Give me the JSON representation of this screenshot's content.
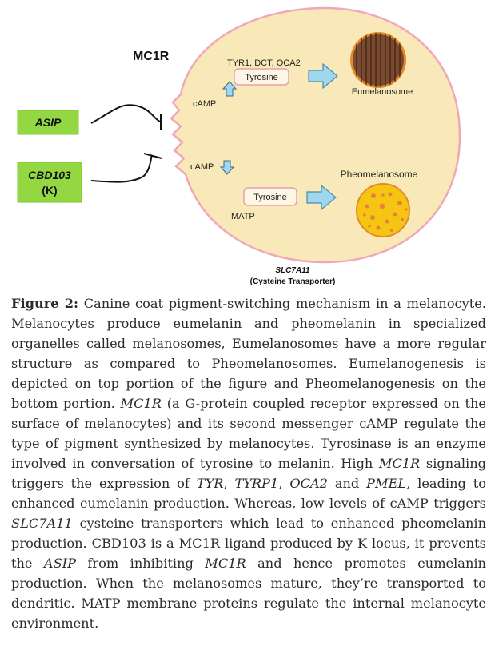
{
  "diagram": {
    "receptor_label": "MC1R",
    "asip_label": "ASIP",
    "cbd_label_line1": "CBD103",
    "cbd_label_line2": "(K)",
    "camp_up_label": "cAMP",
    "camp_down_label": "cAMP",
    "enzymes_label": "TYR1, DCT, OCA2",
    "tyrosine_top_label": "Tyrosine",
    "tyrosine_bottom_label": "Tyrosine",
    "eumelanosome_label": "Eumelanosome",
    "pheomelanosome_label": "Pheomelanosome",
    "matp_label": "MATP",
    "slc_label_line1": "SLC7A11",
    "slc_label_line2": "(Cysteine Transporter)",
    "colors": {
      "cell_fill": "#f9e9b8",
      "cell_stroke": "#f0a8b8",
      "green_box": "#93d843",
      "arrow_blue": "#9fd8ee",
      "eumelanosome_fill": "#7a4a30",
      "pheomelanosome_fill": "#f6c514",
      "pheo_dot": "#e5823a"
    }
  },
  "caption": {
    "label": "Figure 2:",
    "p1": " Canine coat pigment-switching mechanism in a melanocyte. Melanocytes produce eumelanin and pheomelanin in specialized organelles called melanosomes, Eumelanosomes have a more regular structure as compared to Pheomelanosomes. Eumelanogenesis is depicted on top portion of the figure and Pheomelanogenesis on the bottom portion. ",
    "mc1r_a": "MC1R",
    "p2": " (a G-protein coupled receptor expressed on the surface of melanocytes) and its second messenger cAMP regulate the type of pigment synthesized by melanocytes. Tyrosinase is an enzyme involved in conversation of tyrosine to melanin. High ",
    "mc1r_b": "MC1R",
    "p3": " signaling triggers the expression of ",
    "tyr": "TYR",
    "sep1": ", ",
    "tyrp1": "TYRP1",
    "sep2": ", ",
    "oca2": "OCA2",
    "sep3": " and ",
    "pmel": "PMEL,",
    "p4": " leading to enhanced eumelanin production.  Whereas, low levels of cAMP triggers ",
    "slc7a11": "SLC7A11",
    "p5": " cysteine transporters which lead to enhanced pheomelanin production. CBD103 is a MC1R ligand produced by K locus, it prevents the ",
    "asip": "ASIP",
    "p6": " from inhibiting ",
    "mc1r_c": "MC1R",
    "p7": " and hence promotes eumelanin production. When the melanosomes mature, they’re transported to dendritic. MATP membrane proteins regulate the internal melanocyte environment."
  }
}
